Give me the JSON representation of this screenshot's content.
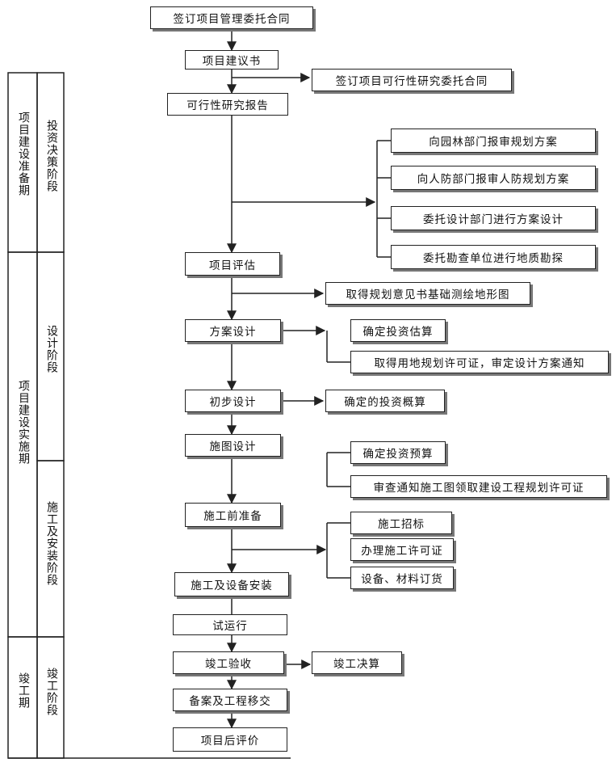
{
  "phases": {
    "prep": "项目建设准备期",
    "impl": "项目建设实施期",
    "done": "竣工期"
  },
  "stages": {
    "decision": "投资决策阶段",
    "design": "设计阶段",
    "construction": "施工及安装阶段",
    "completion": "竣工阶段"
  },
  "main": {
    "sign_contract": "签订项目管理委托合同",
    "proposal": "项目建议书",
    "feasibility": "可行性研究报告",
    "evaluation": "项目评估",
    "scheme_design": "方案设计",
    "prelim_design": "初步设计",
    "construction_drawing": "施图设计",
    "pre_construction": "施工前准备",
    "install": "施工及设备安装",
    "trial_run": "试运行",
    "acceptance": "竣工验收",
    "handover": "备案及工程移交",
    "post_eval": "项目后评价"
  },
  "side": {
    "feasibility_contract": "签订项目可行性研究委托合同",
    "garden": "向园林部门报审规划方案",
    "civil_defense": "向人防部门报审人防规划方案",
    "commission_design": "委托设计部门进行方案设计",
    "survey": "委托勘查单位进行地质勘探",
    "planning_opinion": "取得规划意见书基础测绘地形图",
    "estimate": "确定投资估算",
    "land_permit": "取得用地规划许可证，审定设计方案通知",
    "budget_estimate": "确定的投资概算",
    "budget": "确定投资预算",
    "review_permit": "审查通知施工图领取建设工程规划许可证",
    "bidding": "施工招标",
    "construction_permit": "办理施工许可证",
    "procurement": "设备、材料订货",
    "final_account": "竣工决算"
  }
}
